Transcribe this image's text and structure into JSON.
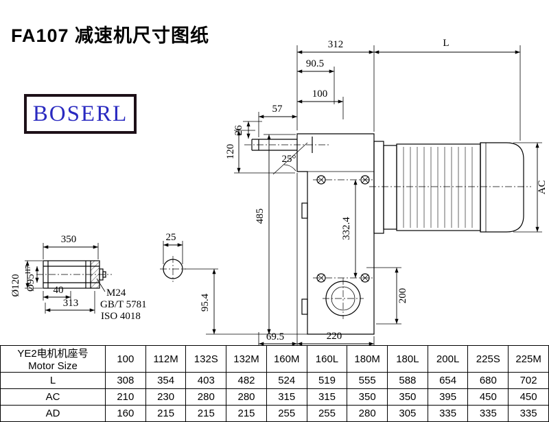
{
  "page": {
    "title": "FA107 减速机尺寸图纸"
  },
  "logo": {
    "text": "BOSERL"
  },
  "drawing": {
    "dims": {
      "d312": "312",
      "dL": "L",
      "d90_5": "90.5",
      "d100": "100",
      "d57": "57",
      "d26": "26",
      "d120": "120",
      "angle": "25°",
      "d485": "485",
      "ac": "AC",
      "d332_4": "332.4",
      "d200": "200",
      "d95_4": "95.4",
      "d69_5": "69.5",
      "d220": "220"
    },
    "shaft_view": {
      "d350": "350",
      "d25": "25",
      "d40": "40",
      "d313": "313",
      "dia120": "Ø120",
      "dia95": "Ø95",
      "dia95_tol": "H7",
      "thread": "M24",
      "std1": "GB/T 5781",
      "std2": "ISO 4018"
    }
  },
  "table": {
    "header_cn": "YE2电机机座号",
    "header_en": "Motor Size",
    "columns": [
      "100",
      "112M",
      "132S",
      "132M",
      "160M",
      "160L",
      "180M",
      "180L",
      "200L",
      "225S",
      "225M"
    ],
    "rows": [
      {
        "label": "L",
        "values": [
          308,
          354,
          403,
          482,
          524,
          519,
          555,
          588,
          654,
          680,
          702
        ]
      },
      {
        "label": "AC",
        "values": [
          210,
          230,
          280,
          280,
          315,
          315,
          350,
          350,
          395,
          450,
          450
        ]
      },
      {
        "label": "AD",
        "values": [
          160,
          215,
          215,
          215,
          255,
          255,
          280,
          305,
          335,
          335,
          335
        ]
      }
    ]
  }
}
